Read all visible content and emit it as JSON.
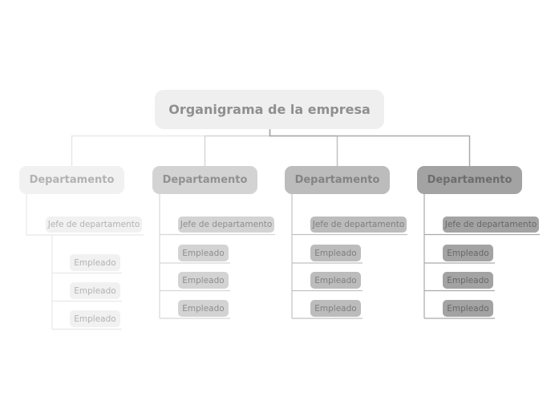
{
  "root": {
    "label": "Organigrama de la empresa",
    "colors": {
      "box": "#efefef",
      "text": "#8f8f8f",
      "stub_line": "#a5a5a5"
    }
  },
  "columns": [
    {
      "title": "Departamento",
      "manager": "Jefe de departamento",
      "employees": [
        "Empleado",
        "Empleado",
        "Empleado"
      ],
      "colors": {
        "box": "#f1f1f1",
        "title_text": "#b2b2b2",
        "item_text": "#b3b3b3",
        "line": "#e8e8e8"
      }
    },
    {
      "title": "Departamento",
      "manager": "Jefe de departamento",
      "employees": [
        "Empleado",
        "Empleado",
        "Empleado"
      ],
      "colors": {
        "box": "#d3d3d3",
        "title_text": "#919191",
        "item_text": "#8e8e8e",
        "line": "#d7d7d7"
      }
    },
    {
      "title": "Departamento",
      "manager": "Jefe de departamento",
      "employees": [
        "Empleado",
        "Empleado",
        "Empleado"
      ],
      "colors": {
        "box": "#bcbcbc",
        "title_text": "#838383",
        "item_text": "#7e7e7e",
        "line": "#c1c1c1"
      }
    },
    {
      "title": "Departamento",
      "manager": "Jefe de departamento",
      "employees": [
        "Empleado",
        "Empleado",
        "Empleado"
      ],
      "colors": {
        "box": "#a3a3a3",
        "title_text": "#6d6d6d",
        "item_text": "#686868",
        "line": "#aaaaaa"
      }
    }
  ]
}
